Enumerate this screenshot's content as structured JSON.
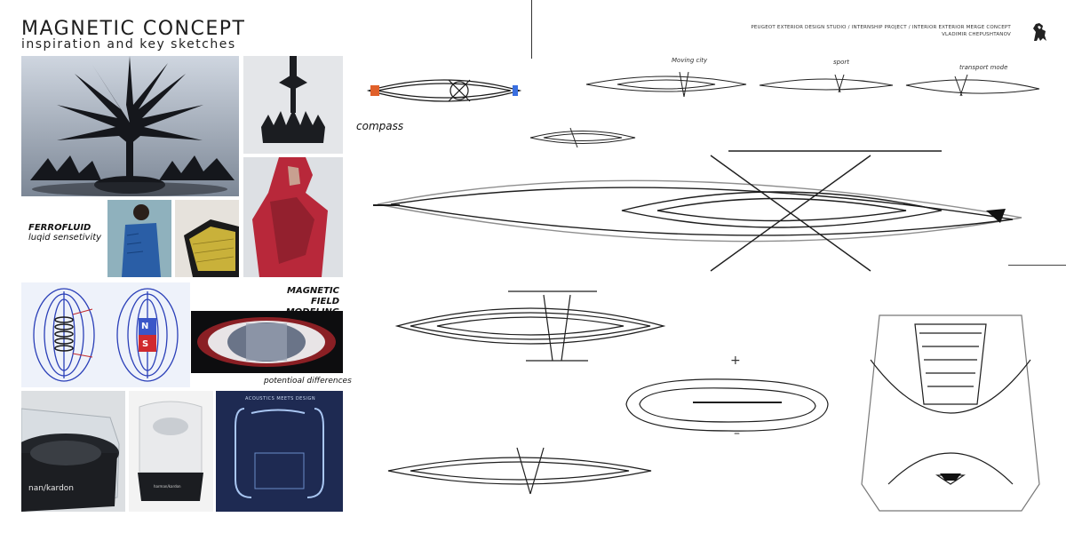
{
  "header": {
    "title": "MAGNETIC CONCEPT",
    "subtitle": "inspiration and key sketches",
    "studio_line_1": "PEUGEOT EXTERIOR DESIGN STUDIO / INTERNSHIP PROJECT / INTERIOR EXTERIOR MERGE CONCEPT",
    "studio_line_2": "VLADIMIR CHEPUSHTANOV"
  },
  "moodboard": {
    "ferrofluid_title": "FERROFLUID",
    "ferrofluid_sub": "luqid sensetivity",
    "field_title_1": "MAGNETIC FIELD",
    "field_title_2": "MODELING",
    "potential_label": "potentioal differences",
    "speaker_brand": "nan/kardon",
    "speaker_brand_small": "harman/kardon",
    "poster_text": "ACOUSTICS MEETS DESIGN",
    "magnet_n": "N",
    "magnet_s": "S"
  },
  "sketches": {
    "compass_label": "compass",
    "note_1": "Moving city",
    "note_2": "sport",
    "note_3": "transport mode",
    "plus_sign": "+",
    "minus_sign": "–"
  },
  "colors": {
    "blue_field": "#2a3fb8",
    "red_fabric": "#b8283a",
    "dark_metal": "#1c1e22",
    "poster_navy": "#1e2a52"
  }
}
